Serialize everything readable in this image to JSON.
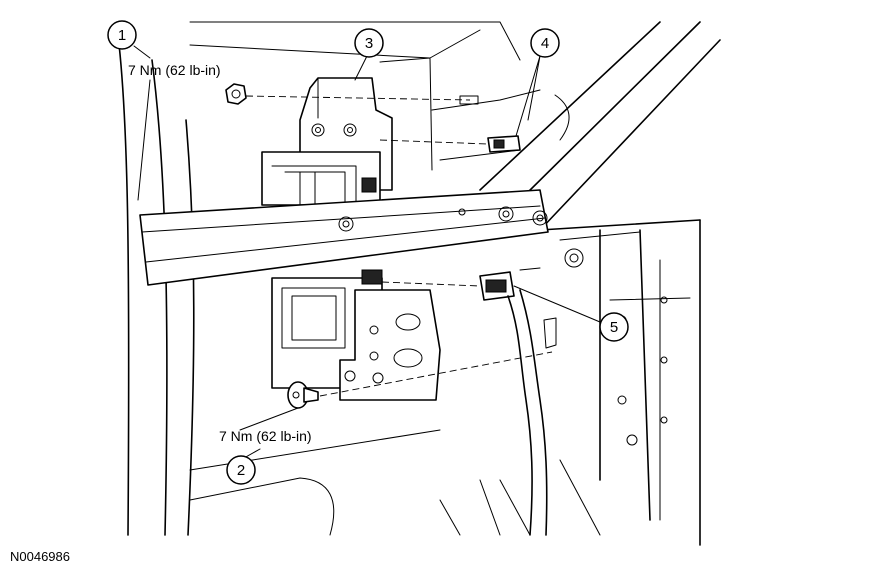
{
  "callouts": [
    {
      "number": "1"
    },
    {
      "number": "2"
    },
    {
      "number": "3"
    },
    {
      "number": "4"
    },
    {
      "number": "5"
    }
  ],
  "torque_labels": {
    "top": "7 Nm (62 lb-in)",
    "bottom": "7 Nm (62 lb-in)"
  },
  "figure_id": "N0046986"
}
